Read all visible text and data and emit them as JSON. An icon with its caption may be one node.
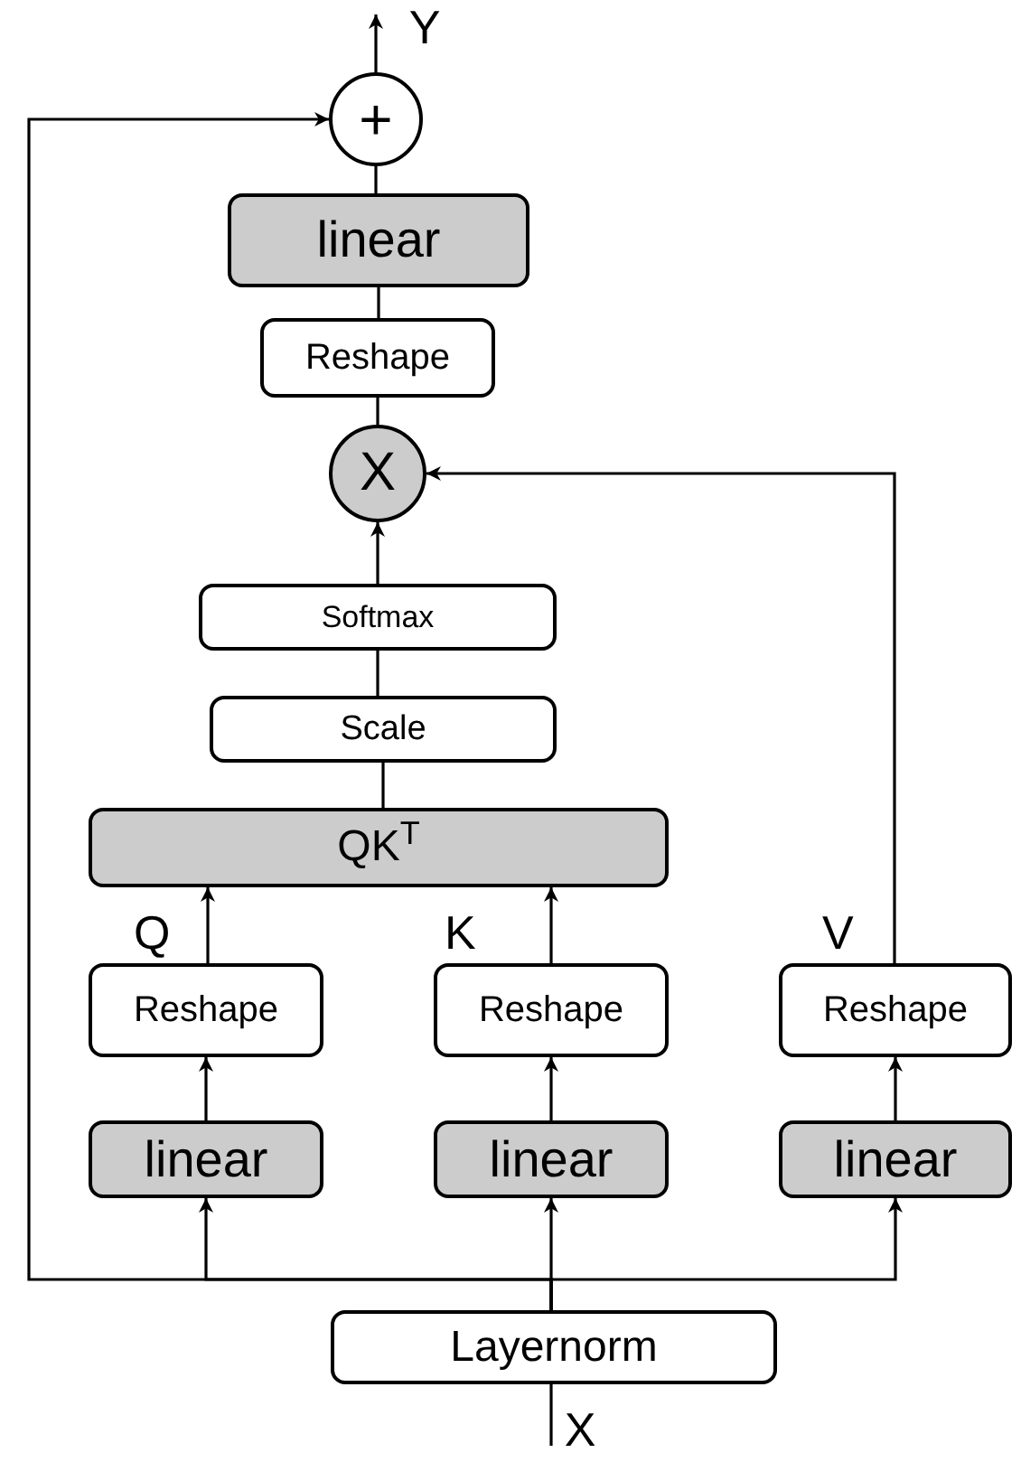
{
  "diagram": {
    "nodes": [
      {
        "text": [
          "+"
        ]
      },
      {
        "text": [
          "linear"
        ]
      },
      {
        "text": [
          "Reshape"
        ]
      },
      {
        "text": [
          "X"
        ]
      },
      {
        "text": [
          "Softmax"
        ]
      },
      {
        "text": [
          "Scale"
        ]
      },
      {
        "text": [
          "QK$^{T}$"
        ]
      },
      {
        "text": [
          "Reshape"
        ]
      },
      {
        "text": [
          "Reshape"
        ]
      },
      {
        "text": [
          "Reshape"
        ]
      },
      {
        "text": [
          "linear"
        ]
      },
      {
        "text": [
          "linear"
        ]
      },
      {
        "text": [
          "linear"
        ]
      },
      {
        "text": [
          "Layernorm"
        ]
      },
      {
        "text": [
          "Y"
        ]
      },
      {
        "text": [
          "X"
        ]
      }
    ],
    "edges": [
      {
        "from": 13,
        "to": 0,
        "arrow": "to"
      },
      {
        "from": 13,
        "to": 10,
        "arrow": "to"
      },
      {
        "from": 13,
        "to": 11,
        "arrow": "to"
      },
      {
        "from": 13,
        "to": 12,
        "arrow": "to"
      },
      {
        "from": 10,
        "to": 7,
        "arrow": "to"
      },
      {
        "from": 11,
        "to": 8,
        "arrow": "to"
      },
      {
        "from": 12,
        "to": 9,
        "arrow": "to"
      },
      {
        "from": 7,
        "to": 6,
        "arrow": "to"
      },
      {
        "from": 8,
        "to": 6,
        "arrow": "to"
      },
      {
        "from": 9,
        "to": 3,
        "arrow": "to"
      },
      {
        "from": 6,
        "to": 5,
        "arrow": "none"
      },
      {
        "from": 5,
        "to": 4,
        "arrow": "none"
      },
      {
        "from": 4,
        "to": 3,
        "arrow": "to"
      },
      {
        "from": 3,
        "to": 2,
        "arrow": "none"
      },
      {
        "from": 2,
        "to": 1,
        "arrow": "none"
      },
      {
        "from": 1,
        "to": 0,
        "arrow": "none"
      },
      {
        "from": 0,
        "to": 14,
        "arrow": "to"
      },
      {
        "from": 15,
        "to": 13,
        "arrow": "none"
      }
    ],
    "labels": [
      "Q",
      "K",
      "V"
    ]
  }
}
